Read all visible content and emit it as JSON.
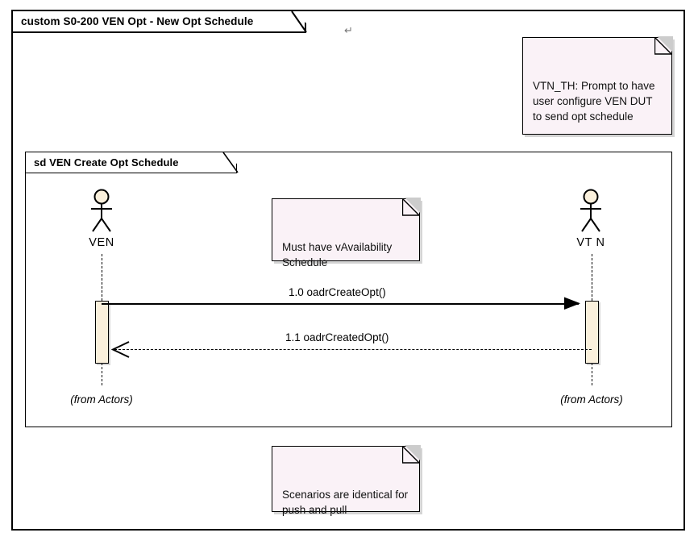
{
  "diagram": {
    "type": "uml-sequence-diagram",
    "outer_frame": {
      "label": "custom S0-200 VEN Opt - New Opt Schedule",
      "marker_glyph": "↵",
      "marker_name": "return-pilcrow-icon"
    },
    "inner_frame": {
      "label": "sd VEN Create Opt Schedule"
    },
    "lifelines": [
      {
        "id": "ven",
        "name": "VEN",
        "stereotype": "(from Actors)",
        "actor_icon": "stick-figure-actor-icon"
      },
      {
        "id": "vtn",
        "name": "VT N",
        "stereotype": "(from Actors)",
        "actor_icon": "stick-figure-actor-icon"
      }
    ],
    "messages": [
      {
        "id": "msg1",
        "label": "1.0 oadrCreateOpt()",
        "from": "ven",
        "to": "vtn",
        "style": "solid",
        "arrowhead": "filled-triangle"
      },
      {
        "id": "msg2",
        "label": "1.1 oadrCreatedOpt()",
        "from": "vtn",
        "to": "ven",
        "style": "dashed",
        "arrowhead": "open-line"
      }
    ],
    "notes": [
      {
        "id": "note-vtnth",
        "text": "VTN_TH: Prompt to have user configure VEN DUT to send opt schedule"
      },
      {
        "id": "note-avail",
        "text": "Must have vAvailability Schedule"
      },
      {
        "id": "note-scen",
        "text": "Scenarios are identical for push and pull"
      }
    ],
    "colors": {
      "note_fill": "#faf2f7",
      "note_fold": "#cccccc",
      "activation_fill": "#faf0dc",
      "actor_head_fill": "#faf0dc",
      "line": "#000000",
      "background": "#ffffff",
      "marker": "#777777"
    }
  }
}
